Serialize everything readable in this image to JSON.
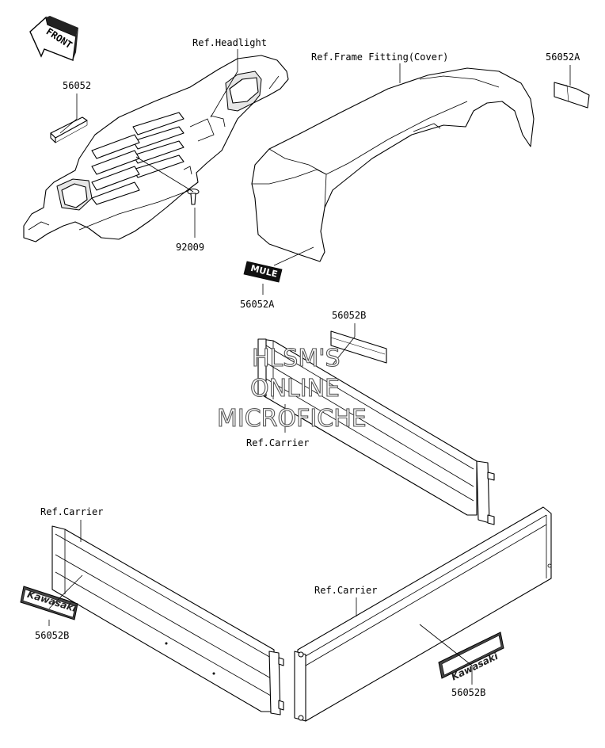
{
  "front_badge": "FRONT",
  "callouts": {
    "headlight_ref": "Ref.Headlight",
    "frame_fitting_ref": "Ref.Frame Fitting(Cover)",
    "part_56052_top": "56052",
    "part_56052A_right": "56052A",
    "part_92009": "92009",
    "part_56052A_bottom": "56052A",
    "part_56052B_top": "56052B",
    "carrier_ref_rear": "Ref.Carrier",
    "carrier_ref_left": "Ref.Carrier",
    "part_56052B_left": "56052B",
    "carrier_ref_right": "Ref.Carrier",
    "part_56052B_right": "56052B"
  },
  "decals": {
    "kawasaki_left": "Kawasaki",
    "kawasaki_right": "Kawasaki",
    "mule_emblem": "MULE"
  },
  "watermark": {
    "line1": "HLSM'S",
    "line2": "ONLINE",
    "line3": "MICROFICHE"
  }
}
